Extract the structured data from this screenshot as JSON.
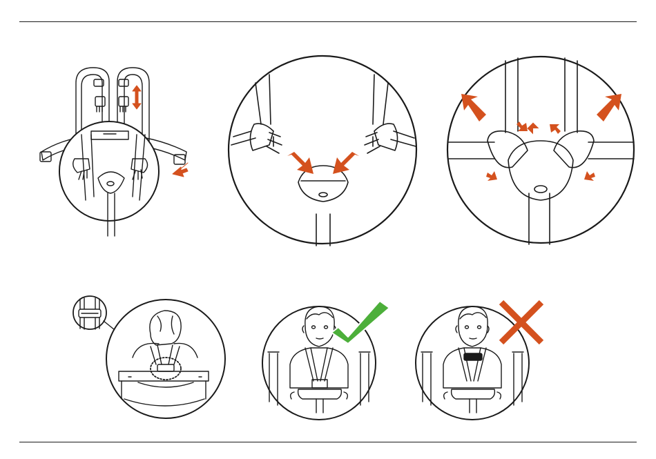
{
  "page": {
    "title": "",
    "instructions": []
  },
  "colors": {
    "line": "#1a1a1a",
    "arrow": "#d4511e",
    "check": "#4caf3a",
    "cross": "#d4511e",
    "background": "#ffffff"
  },
  "illustrations": [
    {
      "id": "harness-overview",
      "icons": [
        "adjust-arrow-icon",
        "buckle-icon"
      ]
    },
    {
      "id": "buckle-insert",
      "icons": [
        "insert-arrow-icon"
      ]
    },
    {
      "id": "buckle-release",
      "icons": [
        "release-arrow-icon",
        "press-arrow-icon"
      ]
    },
    {
      "id": "chest-clip-detail",
      "icons": [
        "magnifier-callout-icon"
      ]
    },
    {
      "id": "correct-fit",
      "icons": [
        "checkmark-icon"
      ]
    },
    {
      "id": "incorrect-fit",
      "icons": [
        "cross-icon"
      ]
    }
  ]
}
